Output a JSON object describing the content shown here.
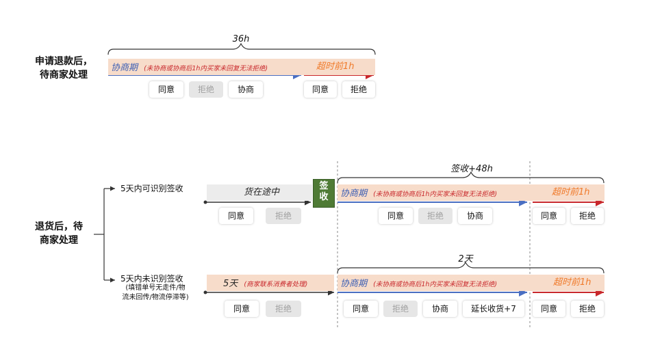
{
  "section1": {
    "title_line1": "申请退款后，",
    "title_line2": "待商家处理",
    "duration": "36h",
    "negotiation_label": "协商期",
    "negotiation_note": "(未协商或协商后1h内买家未回复无法拒绝)",
    "timeout_label": "超时前1h",
    "buttons": [
      "同意",
      "拒绝",
      "协商"
    ],
    "timeout_buttons": [
      "同意",
      "拒绝"
    ]
  },
  "section2": {
    "title_line1": "退货后，待",
    "title_line2": "商家处理",
    "branch1": {
      "label": "5天内可识别签收",
      "transit_label": "货在途中",
      "sign_label": "签收",
      "duration": "签收+48h",
      "negotiation_label": "协商期",
      "negotiation_note": "(未协商或协商后1h内买家未回复无法拒绝)",
      "timeout_label": "超时前1h",
      "transit_buttons": [
        "同意",
        "拒绝"
      ],
      "buttons": [
        "同意",
        "拒绝",
        "协商"
      ],
      "timeout_buttons": [
        "同意",
        "拒绝"
      ]
    },
    "branch2": {
      "label": "5天内未识别签收",
      "sub_line1": "(填错单号无走件/物",
      "sub_line2": "流未回传/物流停滞等)",
      "first_label": "5天",
      "first_note": "(商家联系消费者处理)",
      "duration": "2天",
      "negotiation_label": "协商期",
      "negotiation_note": "(未协商或协商后1h内买家未回复无法拒绝)",
      "timeout_label": "超时前1h",
      "first_buttons": [
        "同意",
        "拒绝"
      ],
      "buttons": [
        "同意",
        "拒绝",
        "协商",
        "延长收货+7"
      ],
      "timeout_buttons": [
        "同意",
        "拒绝"
      ]
    }
  },
  "colors": {
    "band": "#f7dcca",
    "blue_arrow": "#4a6fc2",
    "red_arrow": "#c8272b",
    "orange_text": "#f07a2a",
    "sign_green": "#4f7b35"
  }
}
